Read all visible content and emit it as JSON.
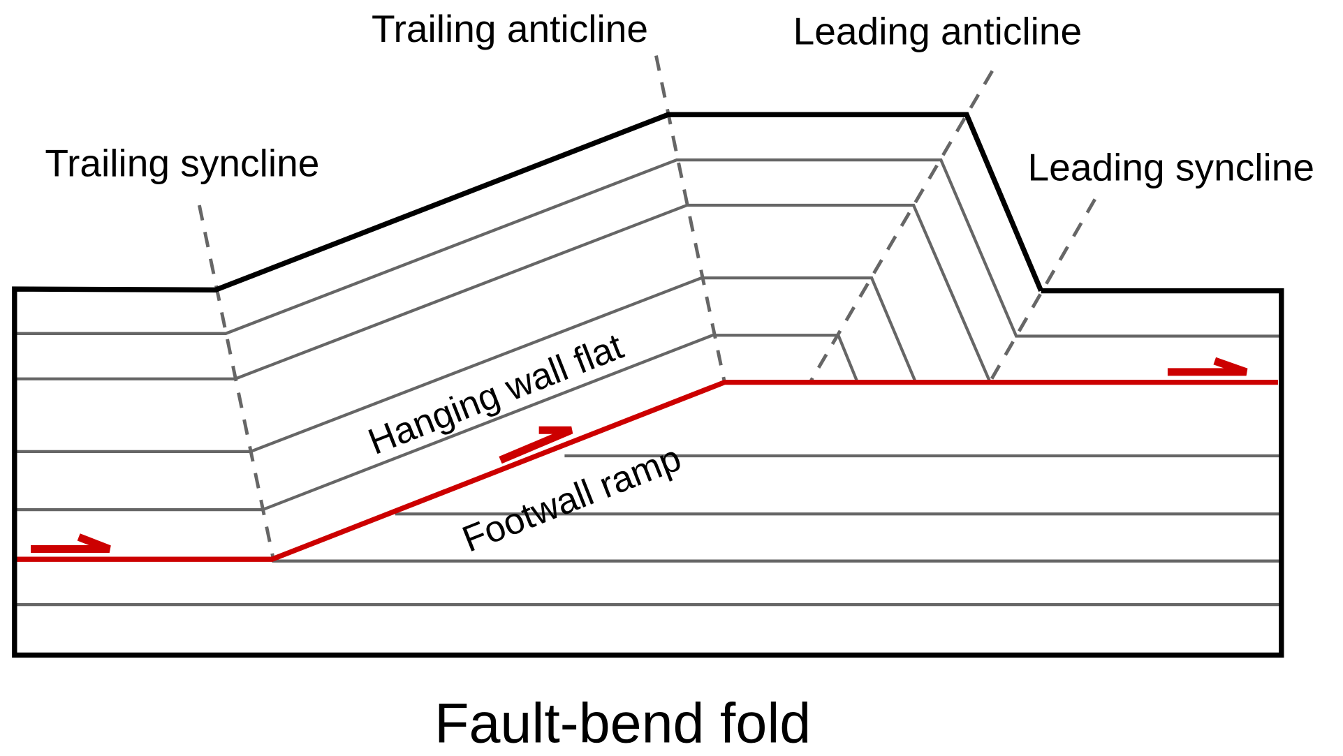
{
  "title": "Fault-bend fold",
  "labels": {
    "trailing_anticline": "Trailing anticline",
    "leading_anticline": "Leading anticline",
    "trailing_syncline": "Trailing syncline",
    "leading_syncline": "Leading syncline",
    "hanging_wall_flat": "Hanging wall flat",
    "footwall_ramp": "Footwall ramp"
  },
  "colors": {
    "fault": "#cc0000",
    "beds": "#666666",
    "frame": "#000000"
  },
  "icons": {
    "slip_arrow": "right-half-arrow-icon"
  }
}
